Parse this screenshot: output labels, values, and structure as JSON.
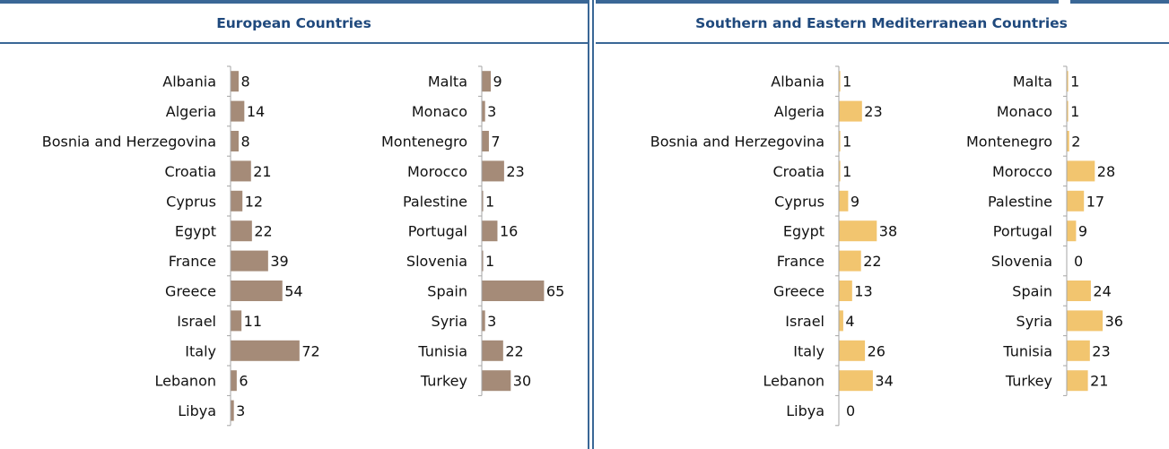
{
  "panels": [
    {
      "title": "European Countries"
    },
    {
      "title": "Southern and Eastern Mediterranean Countries"
    }
  ],
  "colors": {
    "european_bar": "#a58b78",
    "mediterranean_bar": "#f2c56f",
    "rule": "#3a6796",
    "axis": "#a6a6a6"
  },
  "chart_data": [
    {
      "type": "bar",
      "orientation": "horizontal",
      "panel": 0,
      "column": "left",
      "categories": [
        "Albania",
        "Algeria",
        "Bosnia and Herzegovina",
        "Croatia",
        "Cyprus",
        "Egypt",
        "France",
        "Greece",
        "Israel",
        "Italy",
        "Lebanon",
        "Libya"
      ],
      "values": [
        8,
        14,
        8,
        21,
        12,
        22,
        39,
        54,
        11,
        72,
        6,
        3
      ],
      "color": "#a58b78"
    },
    {
      "type": "bar",
      "orientation": "horizontal",
      "panel": 0,
      "column": "right",
      "categories": [
        "Malta",
        "Monaco",
        "Montenegro",
        "Morocco",
        "Palestine",
        "Portugal",
        "Slovenia",
        "Spain",
        "Syria",
        "Tunisia",
        "Turkey"
      ],
      "values": [
        9,
        3,
        7,
        23,
        1,
        16,
        1,
        65,
        3,
        22,
        30
      ],
      "color": "#a58b78"
    },
    {
      "type": "bar",
      "orientation": "horizontal",
      "panel": 1,
      "column": "left",
      "categories": [
        "Albania",
        "Algeria",
        "Bosnia and Herzegovina",
        "Croatia",
        "Cyprus",
        "Egypt",
        "France",
        "Greece",
        "Israel",
        "Italy",
        "Lebanon",
        "Libya"
      ],
      "values": [
        1,
        23,
        1,
        1,
        9,
        38,
        22,
        13,
        4,
        26,
        34,
        0
      ],
      "color": "#f2c56f"
    },
    {
      "type": "bar",
      "orientation": "horizontal",
      "panel": 1,
      "column": "right",
      "categories": [
        "Malta",
        "Monaco",
        "Montenegro",
        "Morocco",
        "Palestine",
        "Portugal",
        "Slovenia",
        "Spain",
        "Syria",
        "Tunisia",
        "Turkey"
      ],
      "values": [
        1,
        1,
        2,
        28,
        17,
        9,
        0,
        24,
        36,
        23,
        21
      ],
      "color": "#f2c56f"
    }
  ]
}
